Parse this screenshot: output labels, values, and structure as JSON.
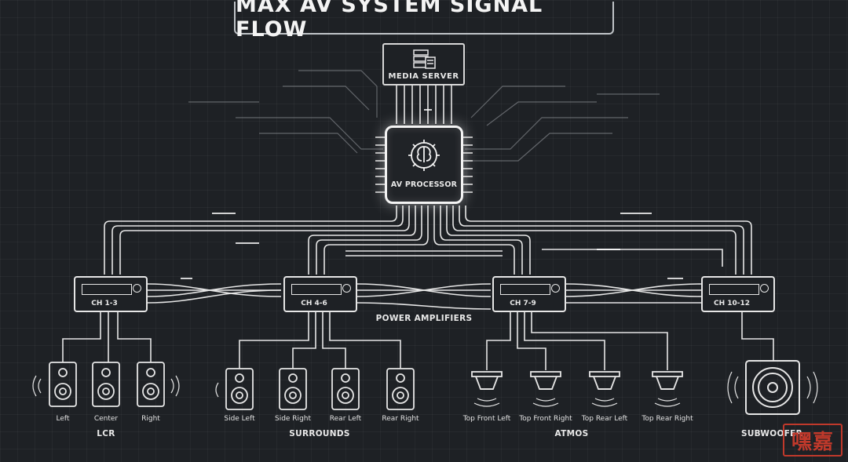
{
  "title": "MAX AV SYSTEM SIGNAL FLOW",
  "media_server": {
    "label": "MEDIA SERVER",
    "icon": "server-icon"
  },
  "processor": {
    "label": "AV PROCESSOR",
    "icon": "brain-gear-icon"
  },
  "amplifiers": {
    "caption": "POWER AMPLIFIERS",
    "units": [
      {
        "id": "amp1",
        "label": "CH 1-3"
      },
      {
        "id": "amp2",
        "label": "CH 4-6"
      },
      {
        "id": "amp3",
        "label": "CH 7-9"
      },
      {
        "id": "amp4",
        "label": "CH 10-12"
      }
    ]
  },
  "groups": {
    "lcr": {
      "label": "LCR",
      "speakers": [
        "Left",
        "Center",
        "Right"
      ]
    },
    "surrounds": {
      "label": "SURROUNDS",
      "speakers": [
        "Side Left",
        "Side Right",
        "Rear Left",
        "Rear Right"
      ]
    },
    "atmos": {
      "label": "ATMOS",
      "speakers": [
        "Top Front Left",
        "Top Front Right",
        "Top Rear Left",
        "Top Rear Right"
      ]
    },
    "sub": {
      "label": "SUBWOOFER"
    }
  },
  "watermark": {
    "text": "嘿嘉"
  },
  "colors": {
    "background": "#1e2125",
    "line": "#e6e6e6",
    "accent": "#ffffff",
    "watermark": "#c0392b"
  }
}
